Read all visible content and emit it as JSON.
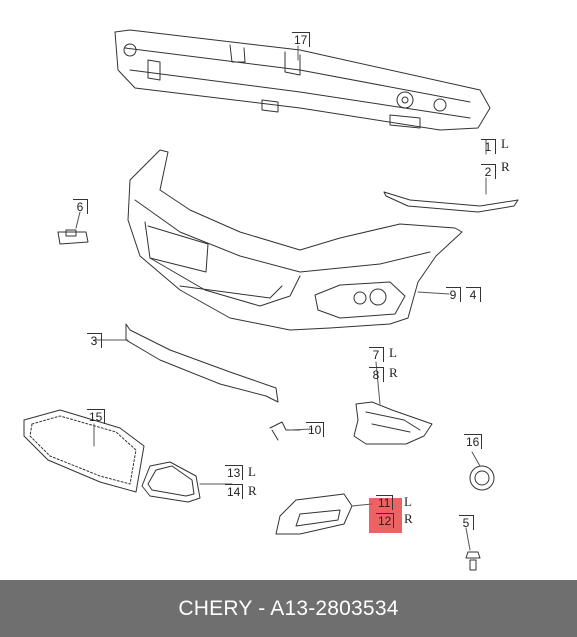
{
  "callouts": {
    "c1": {
      "num": "1",
      "side": "L"
    },
    "c2": {
      "num": "2",
      "side": "R"
    },
    "c3": {
      "num": "3"
    },
    "c4": {
      "num": "4"
    },
    "c5": {
      "num": "5"
    },
    "c6": {
      "num": "6"
    },
    "c7": {
      "num": "7",
      "side": "L"
    },
    "c8": {
      "num": "8",
      "side": "R"
    },
    "c9": {
      "num": "9"
    },
    "c10": {
      "num": "10"
    },
    "c11": {
      "num": "11",
      "side": "L"
    },
    "c12": {
      "num": "12",
      "side": "R"
    },
    "c13": {
      "num": "13",
      "side": "L"
    },
    "c14": {
      "num": "14",
      "side": "R"
    },
    "c15": {
      "num": "15"
    },
    "c16": {
      "num": "16"
    },
    "c17": {
      "num": "17"
    }
  },
  "highlight_color": "#e63c3c",
  "footer": {
    "text": "CHERY - A13-2803534"
  }
}
